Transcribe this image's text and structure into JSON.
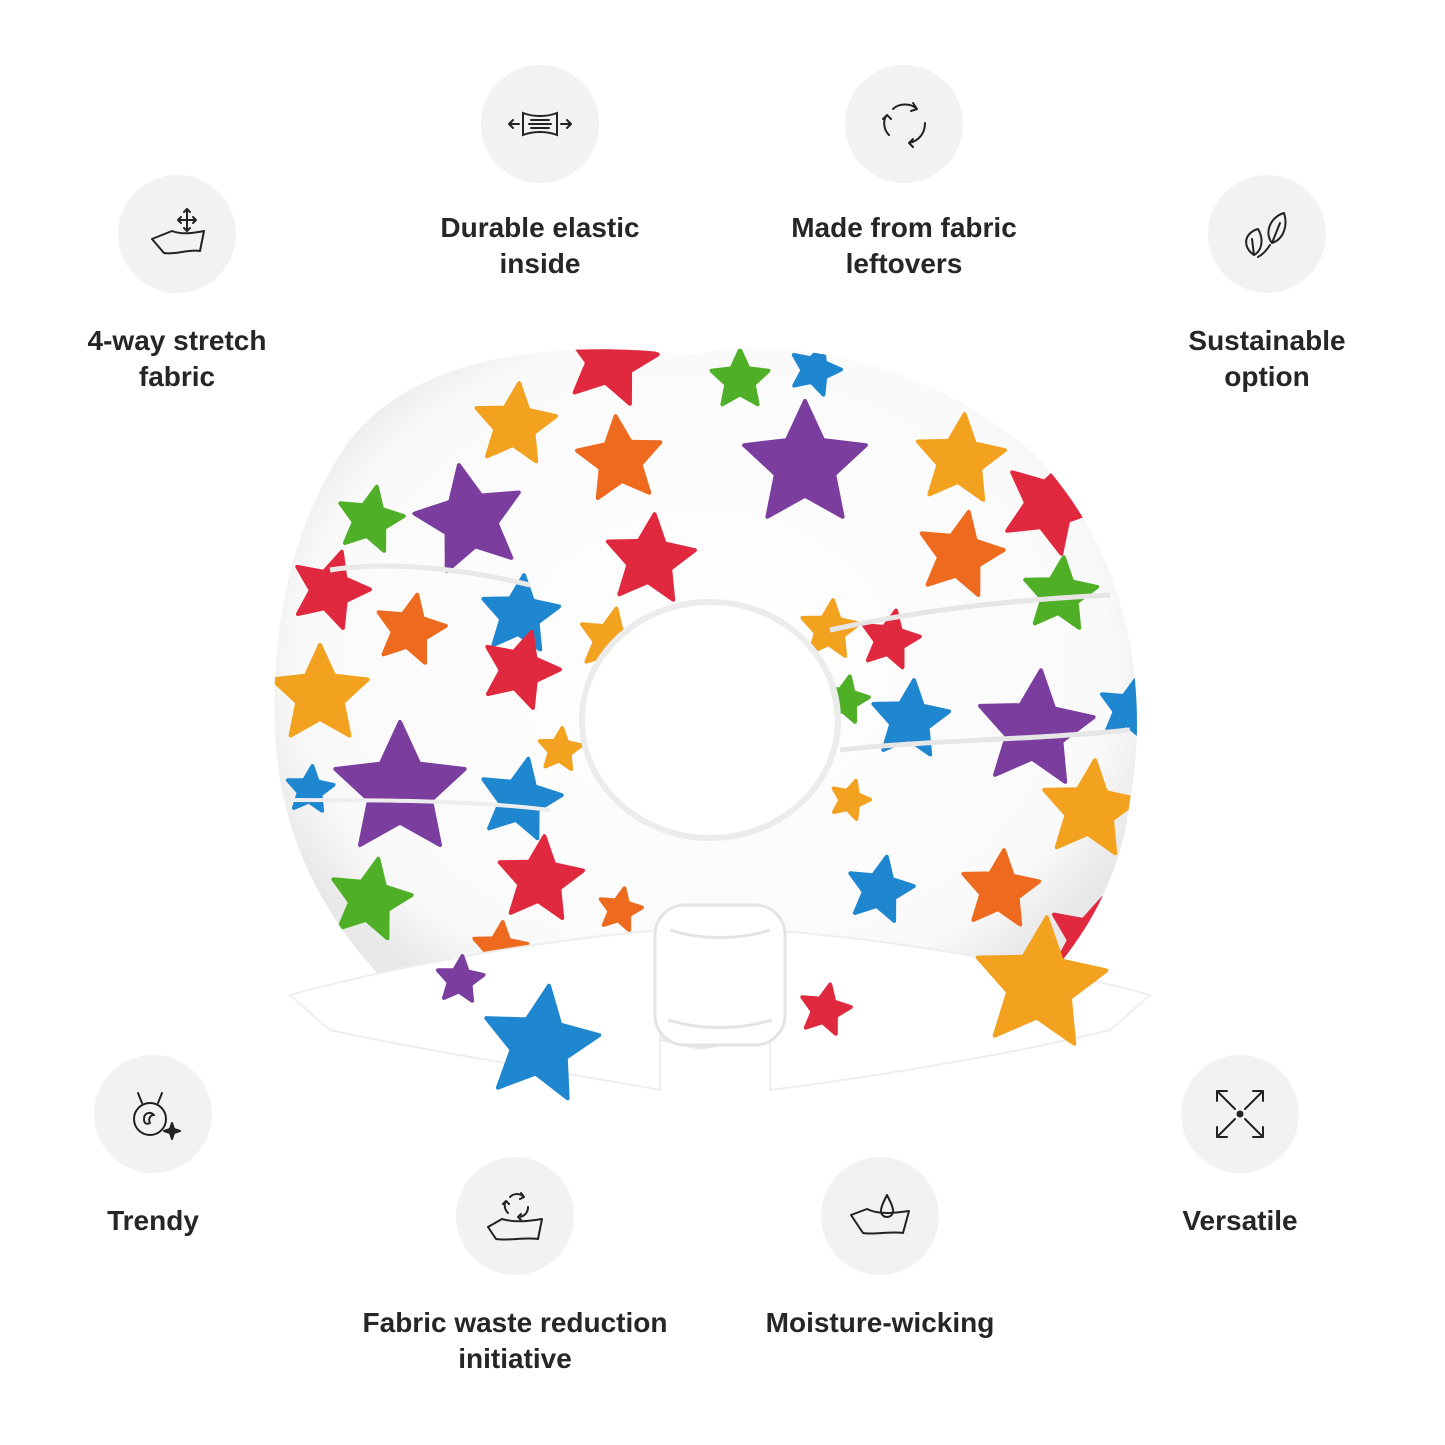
{
  "features": {
    "stretch": {
      "label_line1": "4-way stretch",
      "label_line2": "fabric",
      "icon": "stretch-fabric-icon"
    },
    "elastic": {
      "label_line1": "Durable elastic",
      "label_line2": "inside",
      "icon": "elastic-icon"
    },
    "leftovers": {
      "label_line1": "Made from fabric",
      "label_line2": "leftovers",
      "icon": "recycle-icon"
    },
    "sustain": {
      "label_line1": "Sustainable",
      "label_line2": "option",
      "icon": "leaves-icon"
    },
    "trendy": {
      "label_line1": "Trendy",
      "label_line2": "",
      "icon": "trendy-icon"
    },
    "waste": {
      "label_line1": "Fabric waste reduction",
      "label_line2": "initiative",
      "icon": "fabric-recycle-icon"
    },
    "moisture": {
      "label_line1": "Moisture-wicking",
      "label_line2": "",
      "icon": "water-drop-fabric-icon"
    },
    "versatile": {
      "label_line1": "Versatile",
      "label_line2": "",
      "icon": "expand-arrows-icon"
    }
  },
  "colors": {
    "icon_bg": "#f2f2f2",
    "text": "#262626",
    "star_red": "#e0283f",
    "star_orange": "#ee6a1f",
    "star_yellow": "#f2a21f",
    "star_green": "#4fb028",
    "star_blue": "#1f86d0",
    "star_purple": "#7b3e9e"
  }
}
